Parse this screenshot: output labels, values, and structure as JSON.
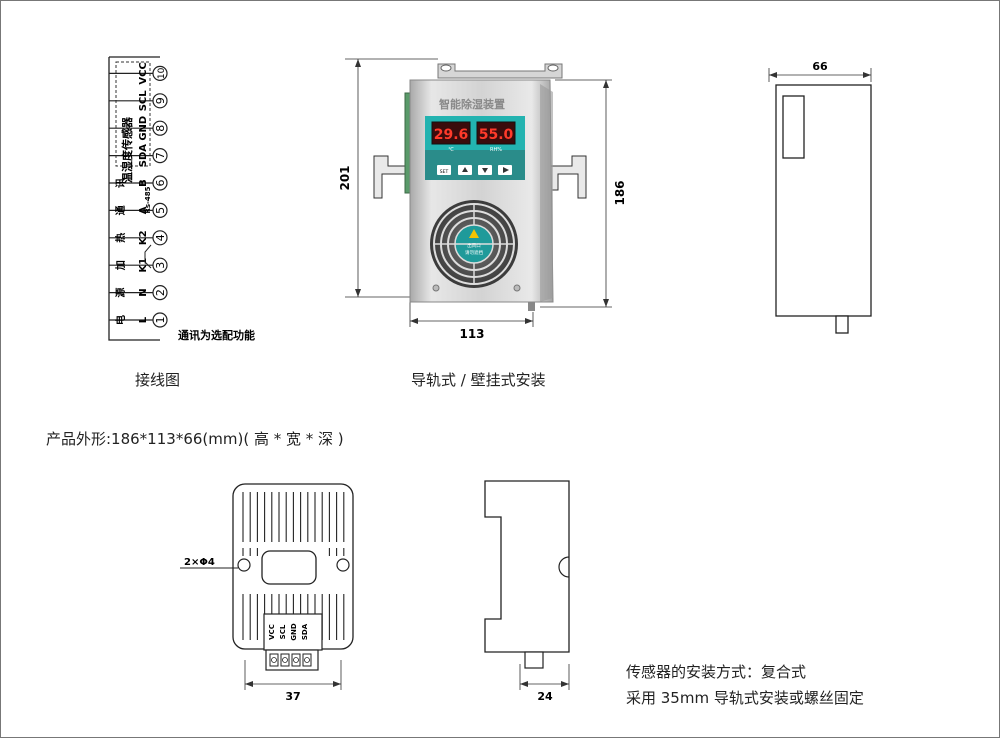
{
  "wiring": {
    "caption": "接线图",
    "note": "通讯为选配功能",
    "terminals": [
      {
        "num": "1",
        "label": "L",
        "group": "电"
      },
      {
        "num": "2",
        "label": "N",
        "group": "源"
      },
      {
        "num": "3",
        "label": "K1",
        "group": "加"
      },
      {
        "num": "4",
        "label": "K2",
        "group": "热"
      },
      {
        "num": "5",
        "label": "A",
        "group": "通"
      },
      {
        "num": "6",
        "label": "B",
        "group": "讯"
      },
      {
        "num": "7",
        "label": "SDA",
        "group": ""
      },
      {
        "num": "8",
        "label": "GND",
        "group": ""
      },
      {
        "num": "9",
        "label": "SCL",
        "group": ""
      },
      {
        "num": "10",
        "label": "VCC",
        "group": ""
      }
    ],
    "rs485": "Rs-485",
    "sensor_group": "温湿度传感器"
  },
  "front": {
    "caption": "导轨式 / 壁挂式安装",
    "device_title": "智能除湿装置",
    "display_left": "29.6",
    "display_right": "55.0",
    "unit_left": "℃",
    "unit_right": "RH%",
    "btn_set": "SET",
    "fan_label_1": "出风口",
    "fan_label_2": "请勿遮挡",
    "dim_height": "201",
    "dim_height_body": "186",
    "dim_width": "113"
  },
  "side": {
    "dim_depth": "66"
  },
  "spec": {
    "text": "产品外形:186*113*66(mm)( 高 * 宽 * 深 )"
  },
  "sensor": {
    "hole_label": "2×Φ4",
    "pins": [
      "VCC",
      "SCL",
      "GND",
      "SDA"
    ],
    "dim_width": "37"
  },
  "sensor_side": {
    "dim_width": "24"
  },
  "notes": {
    "line1": "传感器的安装方式：复合式",
    "line2": "采用 35mm 导轨式安装或螺丝固定"
  }
}
